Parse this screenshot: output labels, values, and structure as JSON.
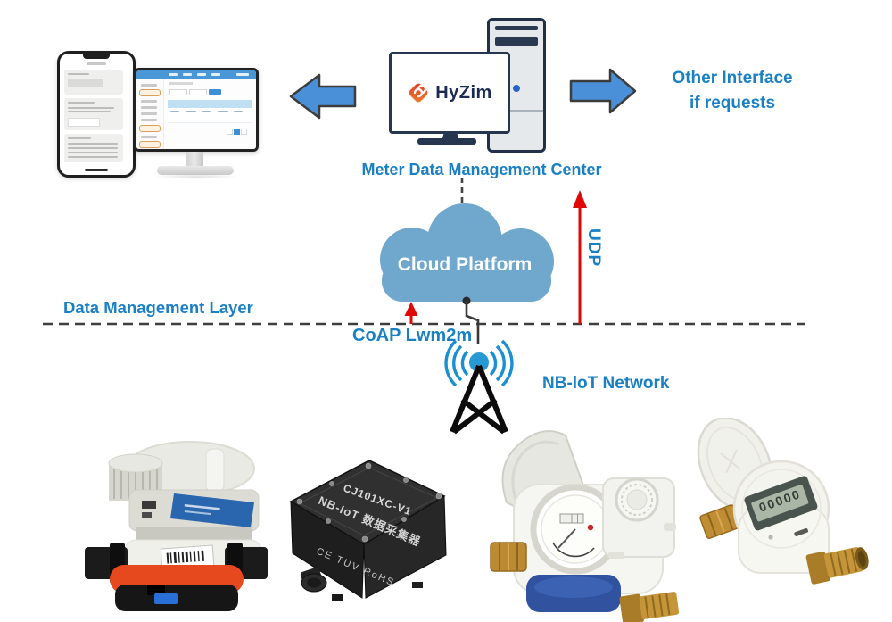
{
  "colors": {
    "accent": "#1a80c4",
    "arrow_blue": "#4a90d8",
    "cloud_blue": "#6fa7cd",
    "red": "#e00707",
    "navy": "#22304a"
  },
  "brand": {
    "name": "HyZim"
  },
  "labels": {
    "meter_data_management_center": "Meter Data Management Center",
    "other_interface_line1": "Other Interface",
    "other_interface_line2": "if requests",
    "udp": "UDP",
    "coap": "CoAP Lwm2m",
    "data_management_layer": "Data Management Layer",
    "cloud_platform": "Cloud Platform",
    "nbiot_network": "NB-loT Network"
  },
  "devices": {
    "nbiot_collector": {
      "model": "CJ101XC-V1",
      "title": "NB-IoT 数据采集器",
      "certs": "CE TUV RoHS"
    },
    "ultrasonic_meter": {
      "lcd": "00000"
    }
  }
}
